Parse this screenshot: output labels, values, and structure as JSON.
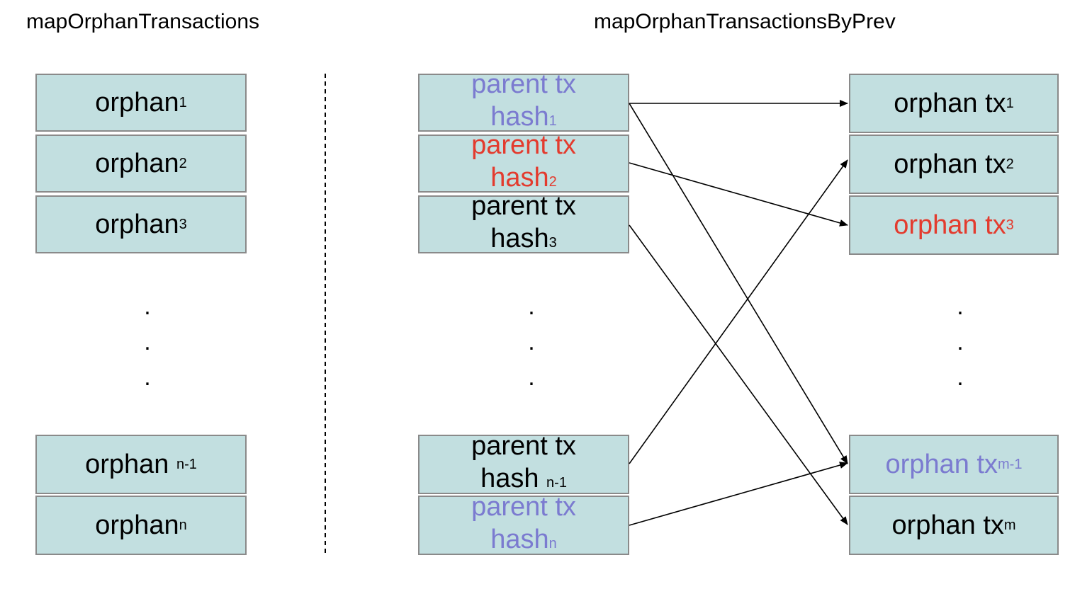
{
  "titles": {
    "left": "mapOrphanTransactions",
    "right": "mapOrphanTransactionsByPrev"
  },
  "left_column": [
    {
      "text": "orphan",
      "sub": "1"
    },
    {
      "text": "orphan",
      "sub": "2"
    },
    {
      "text": "orphan",
      "sub": "3"
    },
    {
      "text": "orphan ",
      "sub": "n-1"
    },
    {
      "text": "orphan",
      "sub": "n"
    }
  ],
  "middle_column": [
    {
      "line1": "parent tx",
      "line2": "hash",
      "sub": "1",
      "color": "#7b7bd0"
    },
    {
      "line1": "parent tx",
      "line2": "hash",
      "sub": "2",
      "color": "#e33b2e"
    },
    {
      "line1": "parent tx",
      "line2": "hash",
      "sub": "3",
      "color": "#000000"
    },
    {
      "line1": "parent tx",
      "line2": "hash ",
      "sub": "n-1",
      "color": "#000000"
    },
    {
      "line1": "parent tx",
      "line2": "hash",
      "sub": "n",
      "color": "#7b7bd0"
    }
  ],
  "right_column": [
    {
      "text": "orphan tx",
      "sub": "1",
      "color": "#000000"
    },
    {
      "text": "orphan tx",
      "sub": "2",
      "color": "#000000"
    },
    {
      "text": "orphan tx",
      "sub": "3",
      "color": "#e33b2e"
    },
    {
      "text": "orphan tx",
      "sub": "m-1",
      "color": "#7b7bd0"
    },
    {
      "text": "orphan tx",
      "sub": "m",
      "color": "#000000"
    }
  ],
  "ellipsis": ".",
  "arrows": [
    {
      "from": "parent-tx-hash-1",
      "to": "orphan-tx-1"
    },
    {
      "from": "parent-tx-hash-1",
      "to": "orphan-tx-m-1"
    },
    {
      "from": "parent-tx-hash-2",
      "to": "orphan-tx-3"
    },
    {
      "from": "parent-tx-hash-3",
      "to": "orphan-tx-m"
    },
    {
      "from": "parent-tx-hash-n-1",
      "to": "orphan-tx-2"
    },
    {
      "from": "parent-tx-hash-n",
      "to": "orphan-tx-m-1"
    }
  ]
}
